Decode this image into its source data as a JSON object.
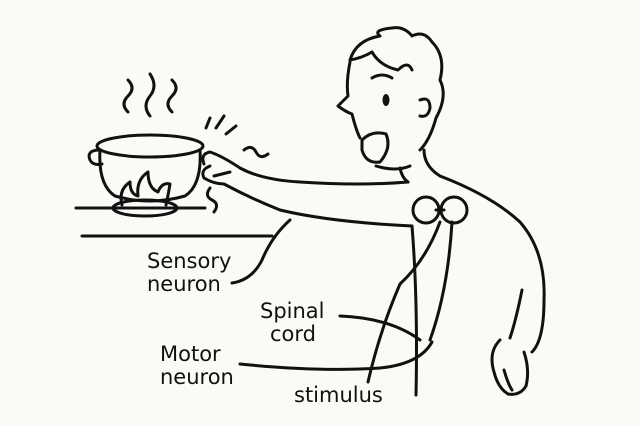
{
  "title": "Reflex arc illustration",
  "labels": {
    "sensory_neuron": [
      "Sensory",
      "neuron"
    ],
    "spinal_cord": [
      "Spinal",
      "cord"
    ],
    "motor_neuron": [
      "Motor",
      "neuron"
    ],
    "stimulus": "stimulus"
  },
  "colors": {
    "background": "#fbfaf6",
    "ink": "#111111"
  }
}
